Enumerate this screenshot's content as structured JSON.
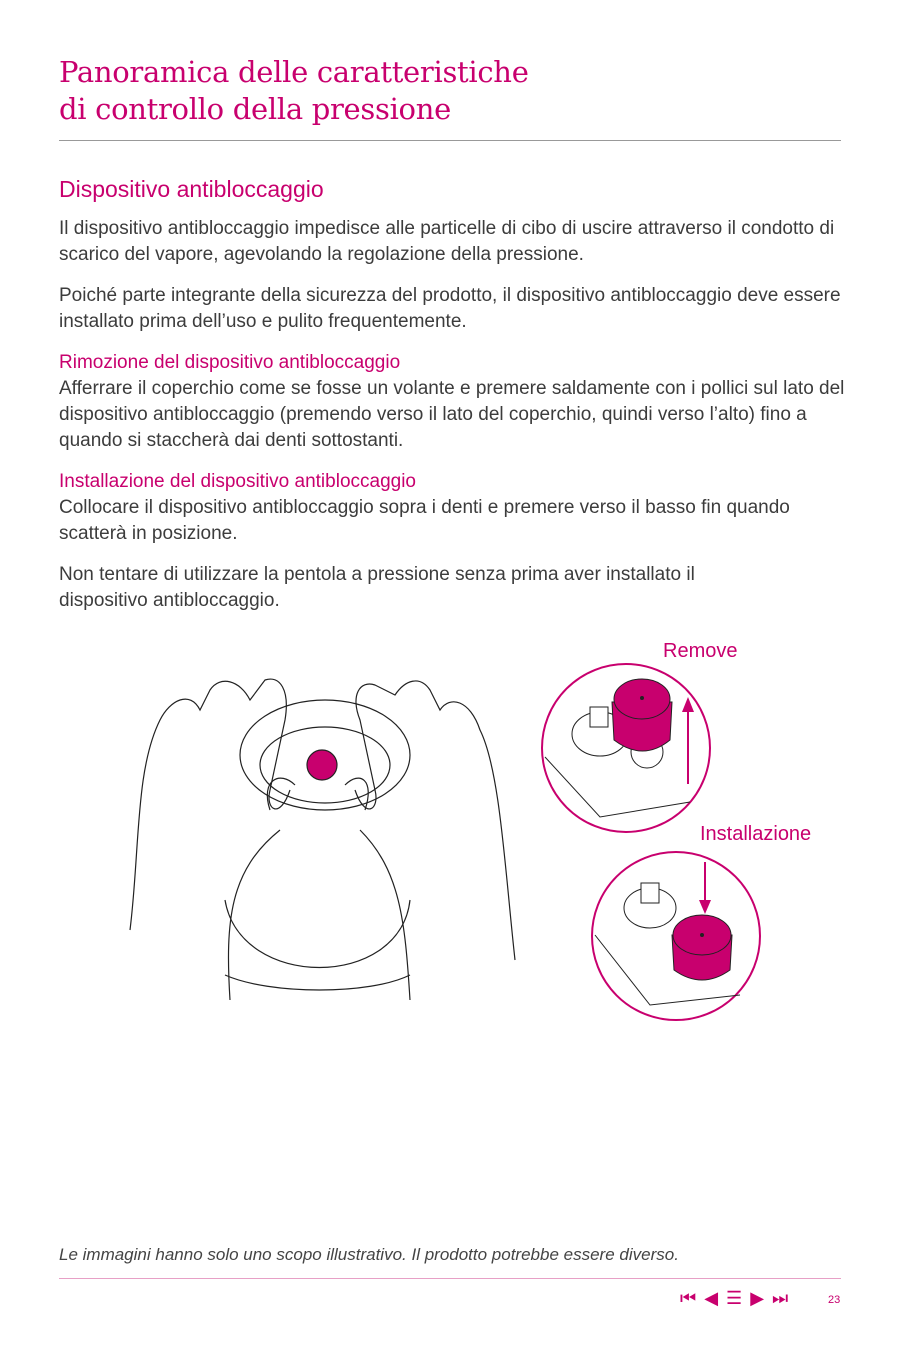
{
  "title": {
    "line1": "Panoramica delle caratteristiche",
    "line2": "di controllo della pressione"
  },
  "section": {
    "heading": "Dispositivo antibloccaggio",
    "para1": "Il dispositivo antibloccaggio impedisce alle particelle di cibo di uscire attraverso il condotto di scarico del vapore, agevolando la regolazione della pressione.",
    "para2": "Poiché parte integrante della sicurezza del prodotto, il dispositivo antibloccaggio deve essere installato prima dell’uso e pulito frequentemente.",
    "removal": {
      "heading": "Rimozione del dispositivo antibloccaggio",
      "text": "Afferrare il coperchio come se fosse un volante e premere saldamente con i pollici sul lato del dispositivo antibloccaggio (premendo verso il lato del coperchio, quindi verso l’alto) fino a quando si staccherà dai denti sottostanti."
    },
    "install": {
      "heading": "Installazione del dispositivo antibloccaggio",
      "text": "Collocare il dispositivo antibloccaggio sopra i denti e premere verso il basso fin quando scatterà in posizione."
    },
    "para3": "Non tentare di utilizzare la pentola a pressione senza prima aver installato il dispositivo antibloccaggio."
  },
  "figure": {
    "remove_label": "Remove",
    "install_label": "Installazione"
  },
  "footer": {
    "disclaimer": "Le immagini hanno solo uno scopo illustrativo. Il prodotto potrebbe essere diverso.",
    "nav": {
      "first": "⏮",
      "prev": "◀",
      "menu": "☰",
      "next": "▶",
      "last": "⏭"
    },
    "page_number": "23"
  },
  "colors": {
    "accent": "#c8006e"
  }
}
